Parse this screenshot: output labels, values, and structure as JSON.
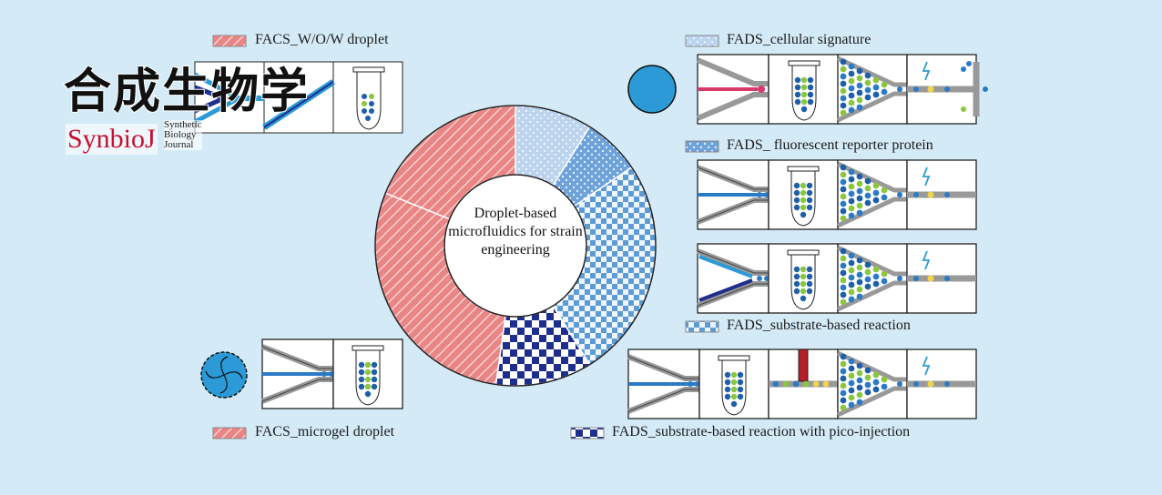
{
  "logo": {
    "title_cn": "合成生物学",
    "brand": "SynbioJ",
    "brand_sub": [
      "Synthetic",
      "Biology",
      "Journal"
    ]
  },
  "center_label": "Droplet-based microfluidics for strain engineering",
  "legend": {
    "wow": "FACS_W/O/W droplet",
    "microgel": "FACS_microgel droplet",
    "cellular": "FADS_cellular signature",
    "fluorescent": "FADS_ fluorescent reporter protein",
    "substrate": "FADS_substrate-based reaction",
    "pico": "FADS_substrate-based reaction with pico-injection"
  },
  "colors": {
    "background": "#d4ebf7",
    "salmon": "#e98585",
    "light_blue": "#a9c8ea",
    "medium_blue": "#5d9bd6",
    "dark_blue": "#1d2e8c",
    "cyan": "#2b9ad6",
    "bright_blue": "#2890d6",
    "magenta": "#d83a6c",
    "green": "#8cc63f",
    "yellow": "#f2d34a"
  },
  "segments": [
    {
      "name": "FADS_cellular signature",
      "fraction": 0.0889
    },
    {
      "name": "FADS_ fluorescent reporter protein",
      "fraction": 0.0667
    },
    {
      "name": "FADS_substrate-based reaction",
      "fraction": 0.2556
    },
    {
      "name": "FADS_substrate-based reaction with pico-injection",
      "fraction": 0.1111
    },
    {
      "name": "FACS_microgel droplet",
      "fraction": 0.2889
    },
    {
      "name": "FACS_W/O/W droplet",
      "fraction": 0.1889
    }
  ]
}
